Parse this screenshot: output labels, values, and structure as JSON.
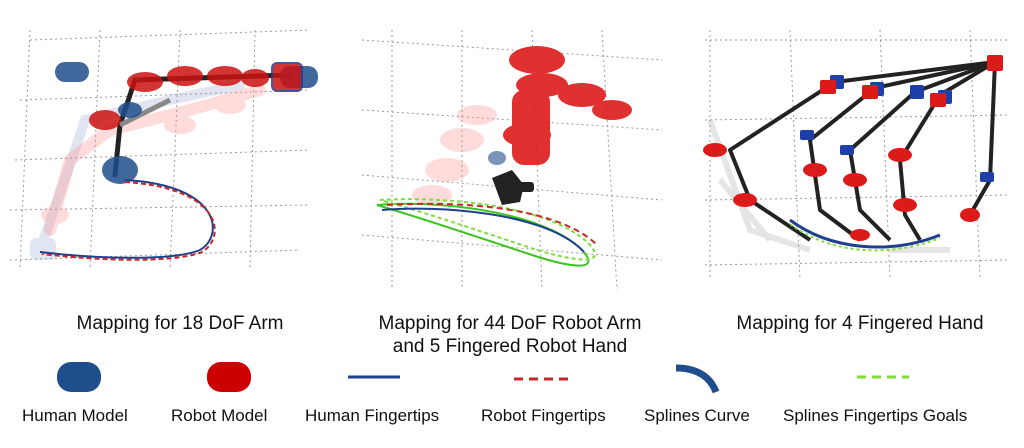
{
  "panels": {
    "arm18": {
      "caption": "Mapping for 18 DoF Arm"
    },
    "arm44": {
      "caption_line1": "Mapping for 44 DoF Robot Arm",
      "caption_line2": "and 5 Fingered Robot Hand"
    },
    "hand4": {
      "caption": "Mapping for 4 Fingered Hand"
    }
  },
  "legend": {
    "human_model": {
      "label": "Human Model",
      "color": "#1f4e8c"
    },
    "robot_model": {
      "label": "Robot Model",
      "color": "#cc0000"
    },
    "human_fingertips": {
      "label": "Human Fingertips",
      "color": "#1f3f8f"
    },
    "robot_fingertips": {
      "label": "Robot Fingertips",
      "color": "#c62828"
    },
    "splines_curve": {
      "label": "Splines Curve",
      "color": "#1f4e8c"
    },
    "splines_goals": {
      "label": "Splines Fingertips Goals",
      "color": "#7dde3a"
    }
  }
}
